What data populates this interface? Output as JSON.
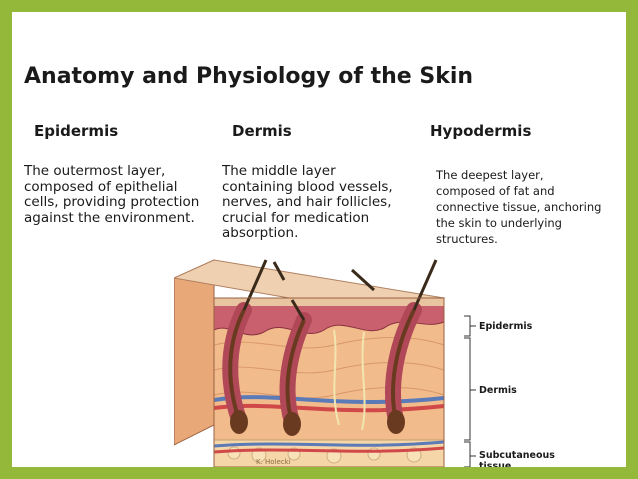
{
  "title": "Anatomy and Physiology of the Skin",
  "columns": [
    {
      "heading": "Epidermis",
      "body": "The outermost layer, composed of epithelial cells, providing protection against the environment."
    },
    {
      "heading": "Dermis",
      "body": "The middle layer containing blood vessels, nerves, and hair follicles, crucial for medication absorption."
    },
    {
      "heading": "Hypodermis",
      "body": "The deepest layer, composed of fat and connective tissue, anchoring the skin to underlying structures."
    }
  ],
  "diagram": {
    "labels": [
      "Epidermis",
      "Dermis",
      "Subcutaneous",
      "tissue"
    ],
    "signature": "K. Holecki"
  },
  "colors": {
    "border": "#93b83a",
    "epidermis": "#e8c4a0",
    "dermis": "#f0b890",
    "follicle": "#c85a6a",
    "vein": "#5a7ab8",
    "artery": "#d04848"
  }
}
